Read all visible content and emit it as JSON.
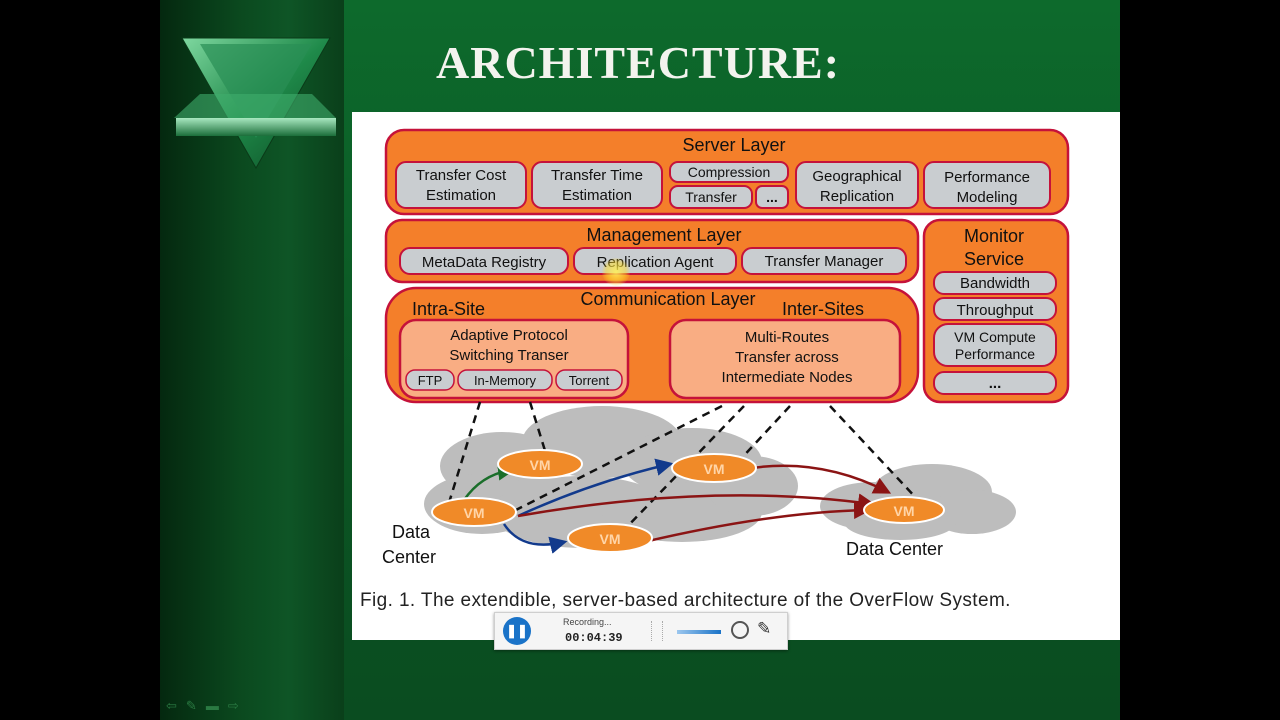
{
  "slide_title": "ARCHITECTURE:",
  "server_layer": {
    "title": "Server Layer",
    "transfer_cost": [
      "Transfer Cost",
      "Estimation"
    ],
    "transfer_time": [
      "Transfer Time",
      "Estimation"
    ],
    "compression": "Compression",
    "transfer": "Transfer",
    "more": "...",
    "geo_replication": [
      "Geographical",
      "Replication"
    ],
    "perf_modeling": [
      "Performance",
      "Modeling"
    ]
  },
  "management_layer": {
    "title": "Management Layer",
    "metadata_registry": "MetaData Registry",
    "replication_agent": "Replication Agent",
    "transfer_manager": "Transfer Manager"
  },
  "monitor_service": {
    "title": [
      "Monitor",
      "Service"
    ],
    "bandwidth": "Bandwidth",
    "throughput": "Throughput",
    "vm_compute": [
      "VM Compute",
      "Performance"
    ],
    "more": "..."
  },
  "communication_layer": {
    "title": "Communication Layer",
    "intra_site": "Intra-Site",
    "inter_sites": "Inter-Sites",
    "adaptive": [
      "Adaptive Protocol",
      "Switching Transer"
    ],
    "ftp": "FTP",
    "in_memory": "In-Memory",
    "torrent": "Torrent",
    "multi_routes": [
      "Multi-Routes",
      "Transfer across",
      "Intermediate Nodes"
    ]
  },
  "network": {
    "vm_label": "VM",
    "data_center_left": [
      "Data",
      "Center"
    ],
    "data_center_right": "Data Center"
  },
  "caption": "Fig. 1. The extendible, server-based architecture of the OverFlow System.",
  "recorder": {
    "status": "Recording...",
    "time": "00:04:39"
  },
  "colors": {
    "orange": "#f47f2a",
    "orange_dark": "#c5123a",
    "pill": "#c9cdd0",
    "slide_green": "#0c5a24"
  }
}
